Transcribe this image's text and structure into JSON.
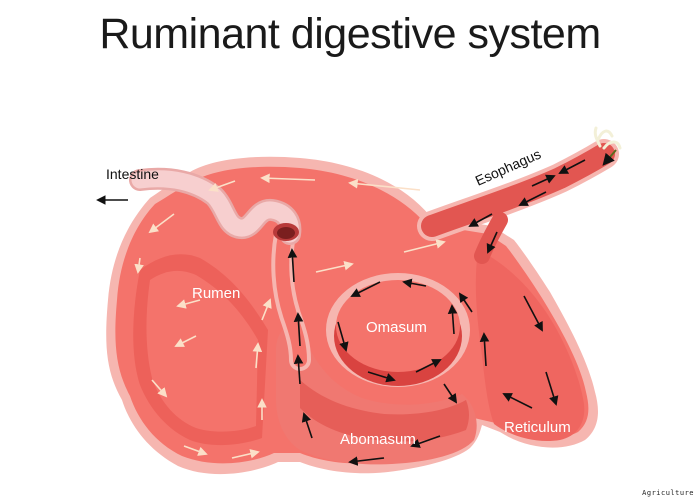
{
  "title": "Ruminant digestive system",
  "labels": {
    "rumen": "Rumen",
    "omasum": "Omasum",
    "abomasum": "Abomasum",
    "reticulum": "Reticulum",
    "esophagus": "Esophagus",
    "intestine": "Intestine"
  },
  "credit": "Agriculture",
  "colors": {
    "outline": "#f6b6b0",
    "stomach_fill": "#f4736b",
    "stomach_shadow": "#e8524c",
    "inner_dark": "#d94340",
    "arrow_light": "#fbe0c8",
    "arrow_dark": "#111111"
  }
}
